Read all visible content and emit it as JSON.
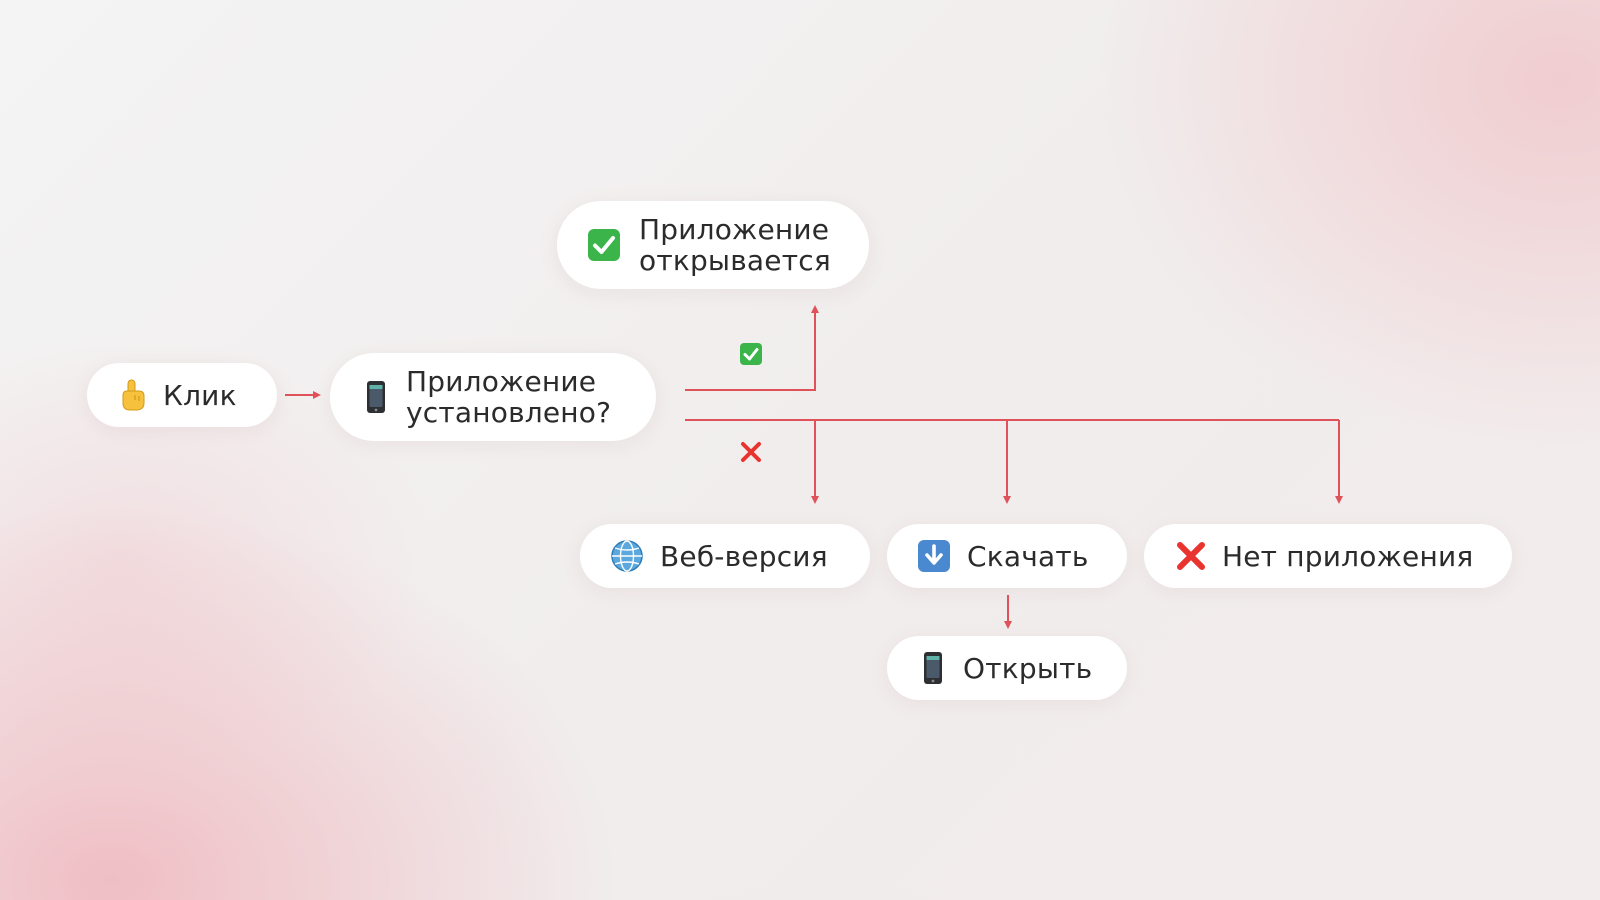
{
  "colors": {
    "connector": "#e0525a",
    "check_green": "#3bb54a",
    "cross_red": "#e8332e",
    "download_blue": "#4a88d0",
    "text": "#2b2b2b",
    "node_bg": "#ffffff"
  },
  "nodes": {
    "click": {
      "label": "Клик",
      "icon": "pointing-finger-icon"
    },
    "installed_question": {
      "label": "Приложение\nустановлено?",
      "icon": "mobile-phone-icon"
    },
    "app_opens": {
      "label": "Приложение\nоткрывается",
      "icon": "check-mark-icon"
    },
    "web_version": {
      "label": "Веб-версия",
      "icon": "globe-icon"
    },
    "download": {
      "label": "Скачать",
      "icon": "download-arrow-icon"
    },
    "no_app": {
      "label": "Нет приложения",
      "icon": "cross-mark-icon"
    },
    "open": {
      "label": "Открыть",
      "icon": "mobile-phone-icon"
    }
  },
  "branches": {
    "yes": {
      "icon": "check-mark-icon"
    },
    "no": {
      "icon": "cross-mark-icon"
    }
  }
}
